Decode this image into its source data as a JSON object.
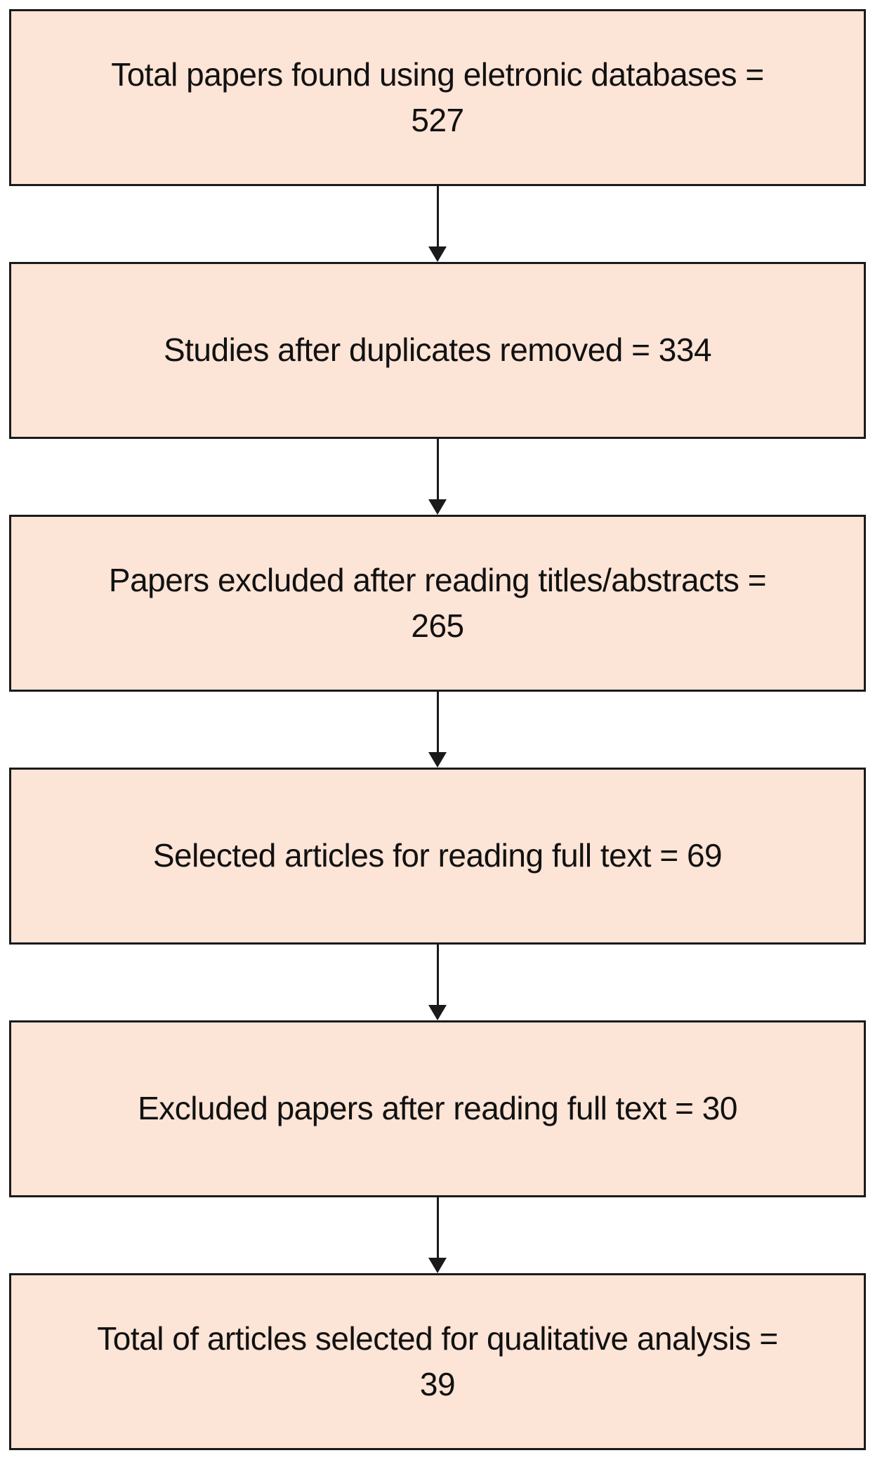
{
  "diagram": {
    "type": "flowchart",
    "direction": "top-down",
    "box_fill_color": "#fce4d6",
    "box_border_color": "#1a1a1a",
    "arrow_color": "#1a1a1a",
    "text_color": "#111111",
    "steps": [
      {
        "text": "Total papers found using eletronic databases = 527",
        "lines": [
          "Total papers found using eletronic databases =",
          "527"
        ],
        "value": 527
      },
      {
        "text": "Studies after duplicates removed = 334",
        "lines": [
          "Studies after duplicates removed = 334"
        ],
        "value": 334
      },
      {
        "text": "Papers excluded after reading titles/abstracts = 265",
        "lines": [
          "Papers excluded after reading titles/abstracts =",
          "265"
        ],
        "value": 265
      },
      {
        "text": "Selected articles for reading full text = 69",
        "lines": [
          "Selected articles for reading full text = 69"
        ],
        "value": 69
      },
      {
        "text": "Excluded papers after reading full text = 30",
        "lines": [
          "Excluded papers after reading full text = 30"
        ],
        "value": 30
      },
      {
        "text": "Total of articles selected for qualitative analysis = 39",
        "lines": [
          "Total of articles selected for qualitative analysis =",
          "39"
        ],
        "value": 39
      }
    ]
  }
}
